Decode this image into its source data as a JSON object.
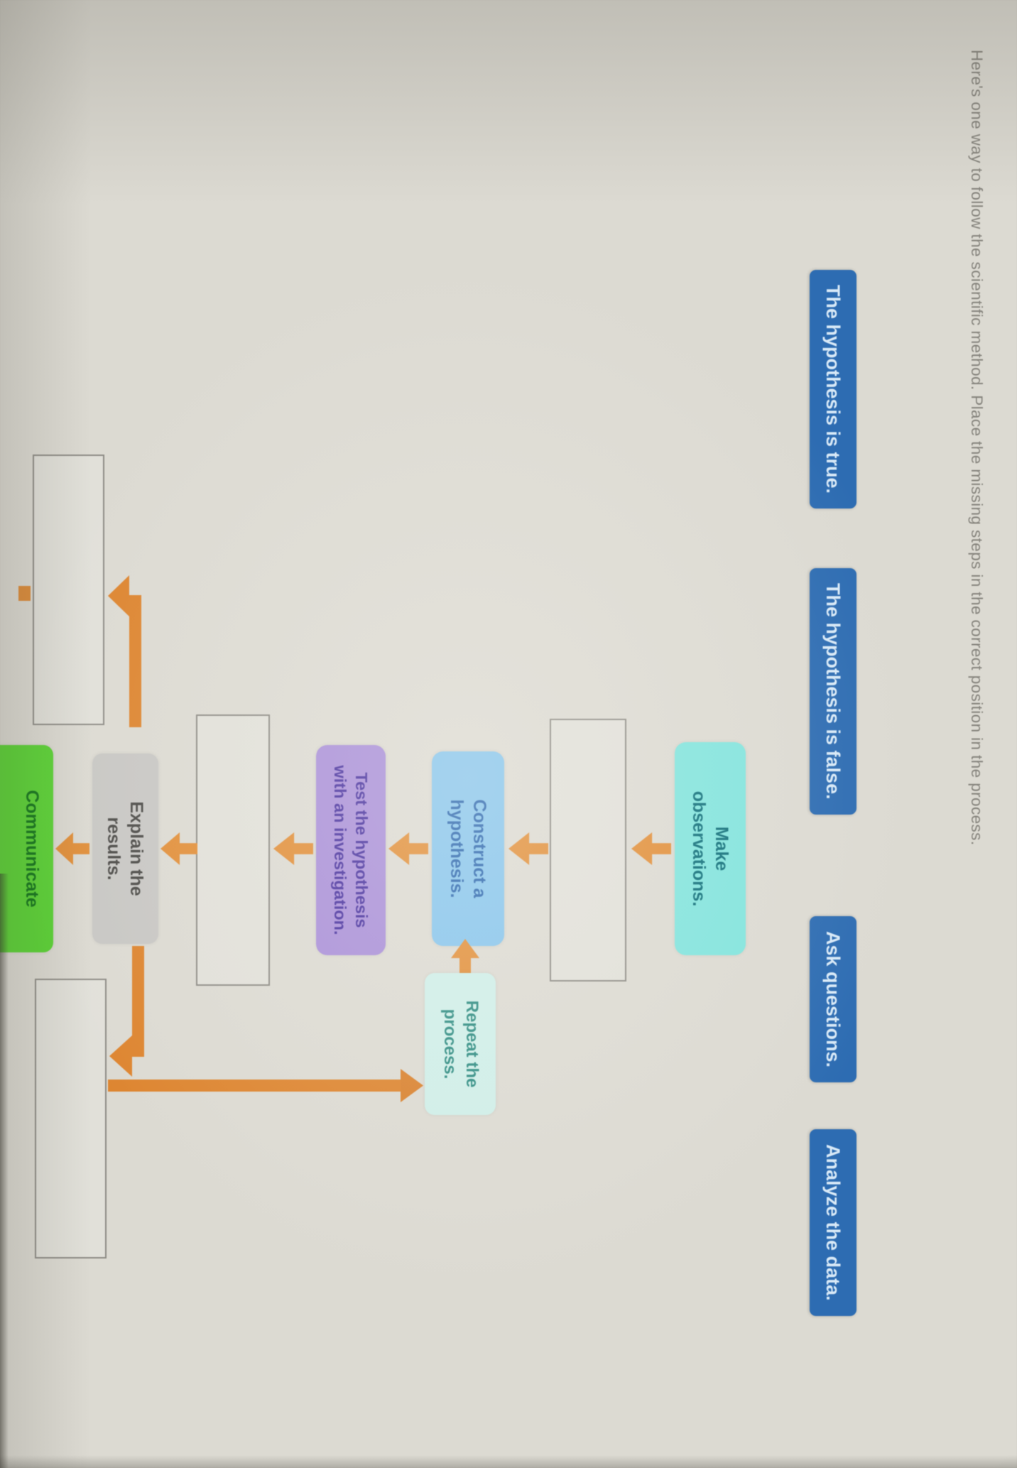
{
  "instruction": "Here's one way to follow the scientific method. Place the missing steps in the correct position in the process.",
  "chips": [
    {
      "label": "The hypothesis is true."
    },
    {
      "label": "The hypothesis is false."
    },
    {
      "label": "Ask questions."
    },
    {
      "label": "Analyze the data."
    }
  ],
  "flow": {
    "make": {
      "lines": [
        "Make",
        "observations."
      ]
    },
    "construct": {
      "lines": [
        "Construct a",
        "hypothesis."
      ]
    },
    "test": {
      "lines": [
        "Test the hypothesis",
        "with an investigation."
      ]
    },
    "explain": {
      "lines": [
        "Explain the",
        "results."
      ]
    },
    "communicate": {
      "lines": [
        "Communicate"
      ]
    },
    "repeat": {
      "lines": [
        "Repeat the",
        "process."
      ]
    }
  },
  "colors": {
    "accent_orange": "#e18f3a",
    "chip_blue": "#2d6cb2",
    "make_teal": "#82e4dd",
    "construct_blue": "#87c5ec",
    "test_purple": "#a98fd8",
    "explain_gray": "#c8c7c4",
    "communicate_green": "#5bd335",
    "repeat_mint": "#cfeee8",
    "background": "#dcdad2"
  }
}
